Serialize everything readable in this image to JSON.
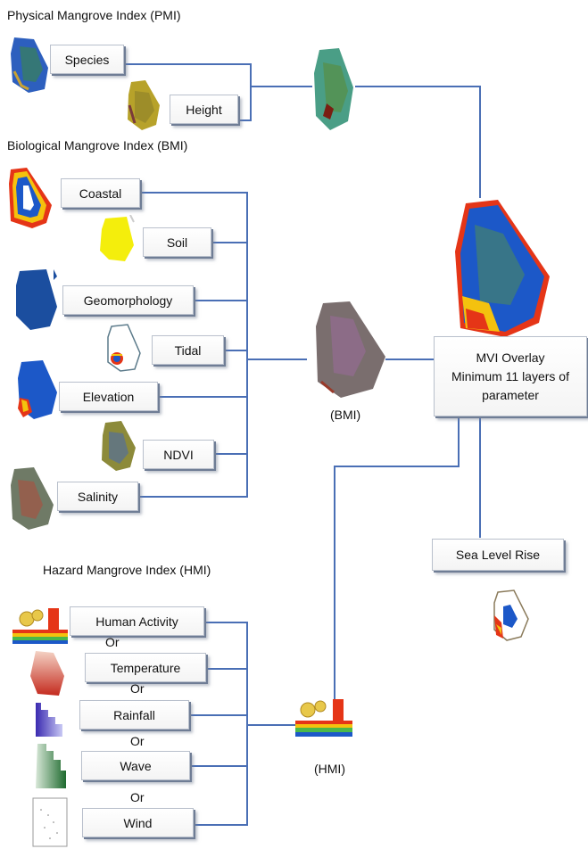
{
  "sections": {
    "pmi": "Physical Mangrove Index (PMI)",
    "bmi": "Biological Mangrove Index (BMI)",
    "hmi": "Hazard Mangrove Index (HMI)"
  },
  "pmi_layers": [
    "Species",
    "Height"
  ],
  "bmi_layers": [
    "Coastal",
    "Soil",
    "Geomorphology",
    "Tidal",
    "Elevation",
    "NDVI",
    "Salinity"
  ],
  "hmi_layers": [
    "Human Activity",
    "Temperature",
    "Rainfall",
    "Wave",
    "Wind"
  ],
  "or_text": "Or",
  "bmi_result": "(BMI)",
  "hmi_result": "(HMI)",
  "mvi": {
    "title": "MVI Overlay",
    "subtitle": "Minimum 11 layers of parameter"
  },
  "slr": "Sea Level Rise",
  "colors": {
    "connector": "#4a6fb5",
    "box_shadow": "#6f7d95"
  }
}
